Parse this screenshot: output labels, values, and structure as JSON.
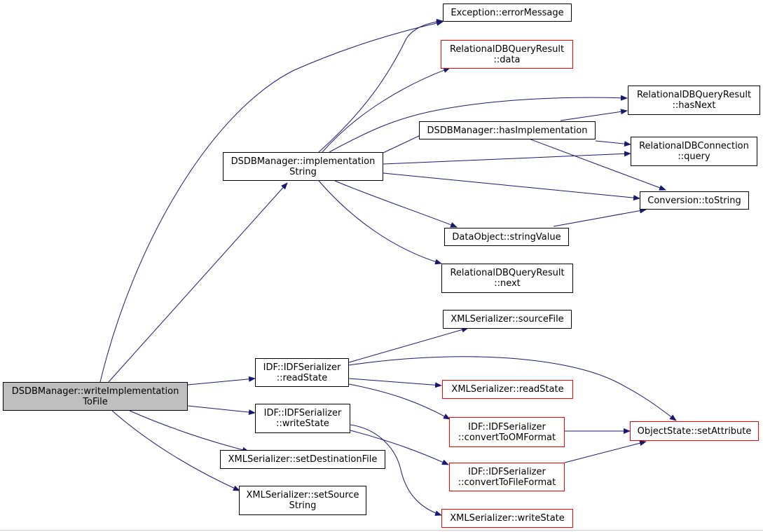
{
  "colors": {
    "edge": "#191970",
    "border_default": "#000000",
    "border_undocumented": "#ff0000",
    "root_fill": "#bfbfbf"
  },
  "nodes": {
    "root": {
      "lines": [
        "DSDBManager::writeImplementation",
        "ToFile"
      ]
    },
    "impl_string": {
      "lines": [
        "DSDBManager::implementation",
        "String"
      ]
    },
    "exception_msg": {
      "lines": [
        "Exception::errorMessage"
      ]
    },
    "rdbqr_data": {
      "lines": [
        "RelationalDBQueryResult",
        "::data"
      ]
    },
    "rdbqr_hasnext": {
      "lines": [
        "RelationalDBQueryResult",
        "::hasNext"
      ]
    },
    "has_impl": {
      "lines": [
        "DSDBManager::hasImplementation"
      ]
    },
    "rdbconn_query": {
      "lines": [
        "RelationalDBConnection",
        "::query"
      ]
    },
    "conv_tostring": {
      "lines": [
        "Conversion::toString"
      ]
    },
    "dataobj_string": {
      "lines": [
        "DataObject::stringValue"
      ]
    },
    "rdbqr_next": {
      "lines": [
        "RelationalDBQueryResult",
        "::next"
      ]
    },
    "xml_sourcefile": {
      "lines": [
        "XMLSerializer::sourceFile"
      ]
    },
    "idf_readstate": {
      "lines": [
        "IDF::IDFSerializer",
        "::readState"
      ]
    },
    "xml_readstate": {
      "lines": [
        "XMLSerializer::readState"
      ]
    },
    "idf_writestate": {
      "lines": [
        "IDF::IDFSerializer",
        "::writeState"
      ]
    },
    "idf_toom": {
      "lines": [
        "IDF::IDFSerializer",
        "::convertToOMFormat"
      ]
    },
    "objstate_setattr": {
      "lines": [
        "ObjectState::setAttribute"
      ]
    },
    "xml_setdest": {
      "lines": [
        "XMLSerializer::setDestinationFile"
      ]
    },
    "idf_tofile": {
      "lines": [
        "IDF::IDFSerializer",
        "::convertToFileFormat"
      ]
    },
    "xml_setsource": {
      "lines": [
        "XMLSerializer::setSource",
        "String"
      ]
    },
    "xml_writestate": {
      "lines": [
        "XMLSerializer::writeState"
      ]
    }
  }
}
